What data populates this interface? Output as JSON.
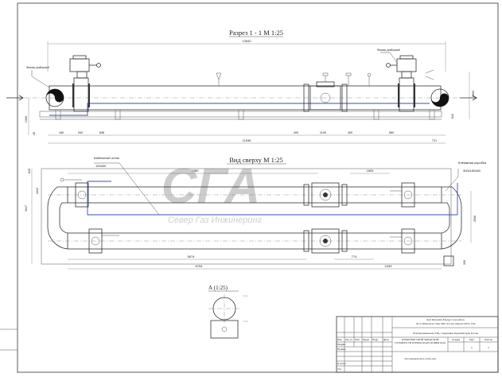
{
  "views": {
    "section_title": "Разрез 1 - 1 М 1:25",
    "top_title": "Вид сверху М 1:25",
    "detail_title": "А (1:25)"
  },
  "watermark": {
    "main": "СГА",
    "sub": "Север Газ Инжинеринг"
  },
  "section_dims": {
    "overall_top": "13532",
    "overall_bottom": "11636",
    "h_left": "1000",
    "h_right": "2300",
    "h_right_low": "642",
    "bottom": [
      "180",
      "262",
      "846",
      "400",
      "1100",
      "400",
      "560",
      "721"
    ],
    "left_small": "45"
  },
  "top_dims": {
    "total_left": "7380",
    "segment_right": "1894",
    "lower_a": "5674",
    "lower_b": "774",
    "lower_total": "6794",
    "lower_right": "2439",
    "left_v1": "810",
    "left_v2": "1042",
    "left_v3": "3047",
    "right_v1": "2500",
    "right_v2": "350"
  },
  "callouts": {
    "cable_channel_title": "Кабельный лоток",
    "cable_channel_size": "100х60",
    "junction_box_title": "Клеммная коробка",
    "junction_box_size": "300х150х80",
    "instrument_left": "Фланец приборный",
    "instrument_right": "Фланец приборный"
  },
  "title_block": {
    "company_name": "Red Mountain Energy Corporation",
    "company_address": "101 S. Hanley Road, Suite 1060, St.Louis, Missouri 63105, USA",
    "site": "Новоберезниковская ТЭЦ, г. Березники, Пермский край, Россия",
    "drawing_title": "БЛОКИ ВЫСОКОЙ ЗАВОДСКОЙ ГОТОВНОСТИ ПУНКТА ПОДГОТОВКИ ГАЗА",
    "sheet_subject": "Узел коммерческого учета газа",
    "col_stage": "Стадия",
    "col_sheet": "Лист",
    "col_sheets": "Листов",
    "sheet_no": "1",
    "sheets_total": "1",
    "rev_headers": [
      "Изм.",
      "Кол.уч",
      "Лист",
      "№док",
      "Подп.",
      "Дата"
    ],
    "role_developer": "Разраб.",
    "role_checker": "Провер.",
    "role_norm": "Н.контр.",
    "role_approved": "Утв."
  }
}
